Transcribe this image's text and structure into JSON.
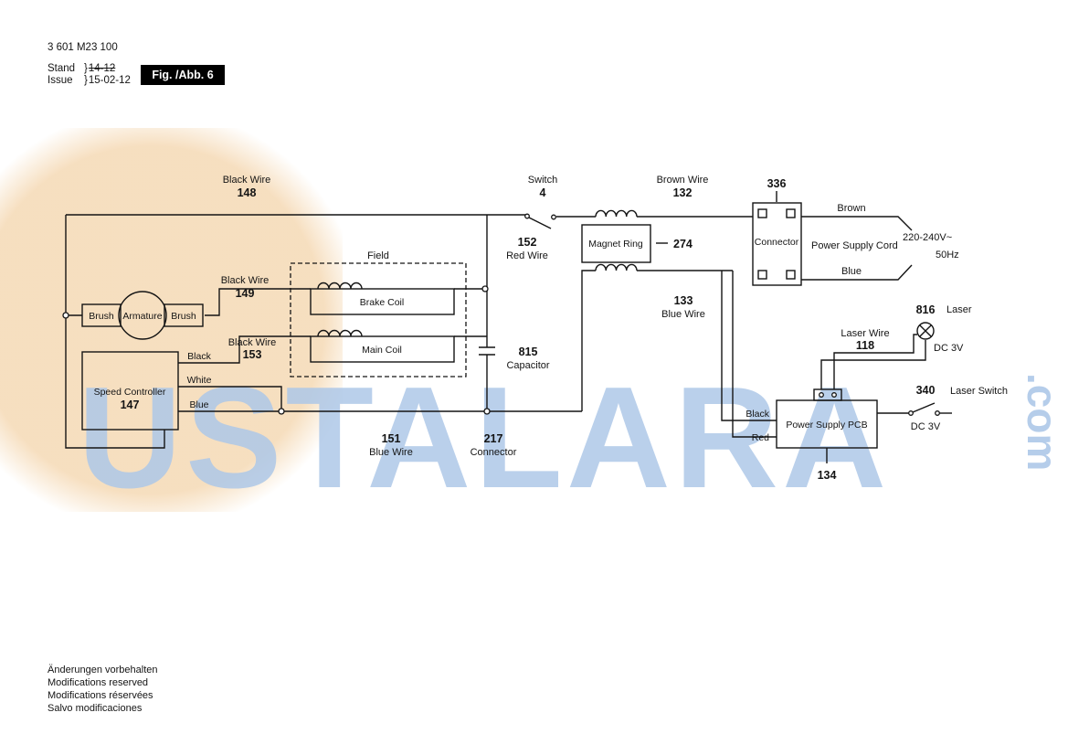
{
  "header": {
    "part_number": "3 601 M23 100",
    "stand_label": "Stand",
    "stand_brace": "}",
    "stand_value": "14-12",
    "issue_label": "Issue",
    "issue_brace": "}",
    "issue_value": "15-02-12",
    "figure_label": "Fig. /Abb. 6"
  },
  "watermark": {
    "text": "USTALARA",
    "suffix": ".com"
  },
  "labels": {
    "black_wire_148": {
      "name": "Black Wire",
      "number": "148"
    },
    "switch_4": {
      "name": "Switch",
      "number": "4"
    },
    "red_wire_152": {
      "number": "152",
      "name": "Red Wire"
    },
    "brown_wire_132": {
      "name": "Brown Wire",
      "number": "132"
    },
    "connector_336": {
      "number": "336",
      "name": "Connector"
    },
    "magnet_ring": {
      "name": "Magnet Ring",
      "number": "274"
    },
    "blue_wire_133": {
      "number": "133",
      "name": "Blue Wire"
    },
    "field": "Field",
    "brake_coil": "Brake Coil",
    "main_coil": "Main Coil",
    "black_wire_149": {
      "name": "Black Wire",
      "number": "149"
    },
    "black_wire_153": {
      "name": "Black Wire",
      "number": "153"
    },
    "brush_left": "Brush",
    "armature": "Armature",
    "brush_right": "Brush",
    "speed_controller": {
      "name": "Speed Controller",
      "number": "147"
    },
    "ctrl_black": "Black",
    "ctrl_white": "White",
    "ctrl_blue": "Blue",
    "blue_wire_151": {
      "number": "151",
      "name": "Blue Wire"
    },
    "connector_217": {
      "number": "217",
      "name": "Connector"
    },
    "capacitor_815": {
      "number": "815",
      "name": "Capacitor"
    },
    "cord_brown": "Brown",
    "cord_blue": "Blue",
    "power_supply_cord": "Power Supply Cord",
    "voltage": "220-240V~",
    "frequency": "50Hz",
    "laser_816": {
      "number": "816",
      "name": "Laser"
    },
    "laser_dc": "DC 3V",
    "laser_wire_118": {
      "name": "Laser Wire",
      "number": "118"
    },
    "laser_switch_340": {
      "number": "340",
      "name": "Laser Switch"
    },
    "laser_switch_dc": "DC 3V",
    "power_supply_pcb": {
      "name": "Power Supply PCB",
      "number": "134"
    },
    "pcb_black": "Black",
    "pcb_red": "Red"
  },
  "footer": {
    "lines": [
      "Änderungen vorbehalten",
      "Modifications reserved",
      "Modifications réservées",
      "Salvo modificaciones"
    ]
  }
}
